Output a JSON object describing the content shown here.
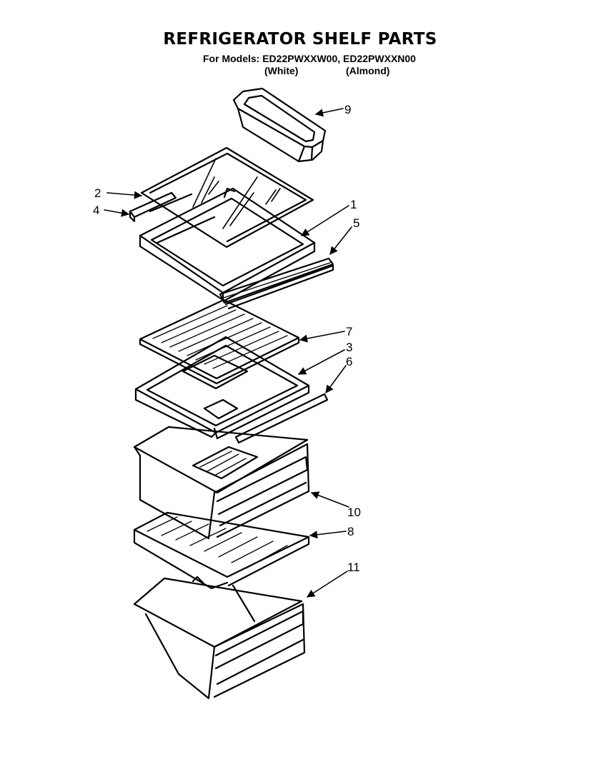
{
  "title": "REFRIGERATOR SHELF PARTS",
  "subtitle": "For Models: ED22PWXXW00, ED22PWXXN00",
  "colors": [
    "(White)",
    "(Almond)"
  ],
  "callouts": [
    "9",
    "2",
    "4",
    "1",
    "5",
    "7",
    "3",
    "6",
    "10",
    "8",
    "11"
  ]
}
